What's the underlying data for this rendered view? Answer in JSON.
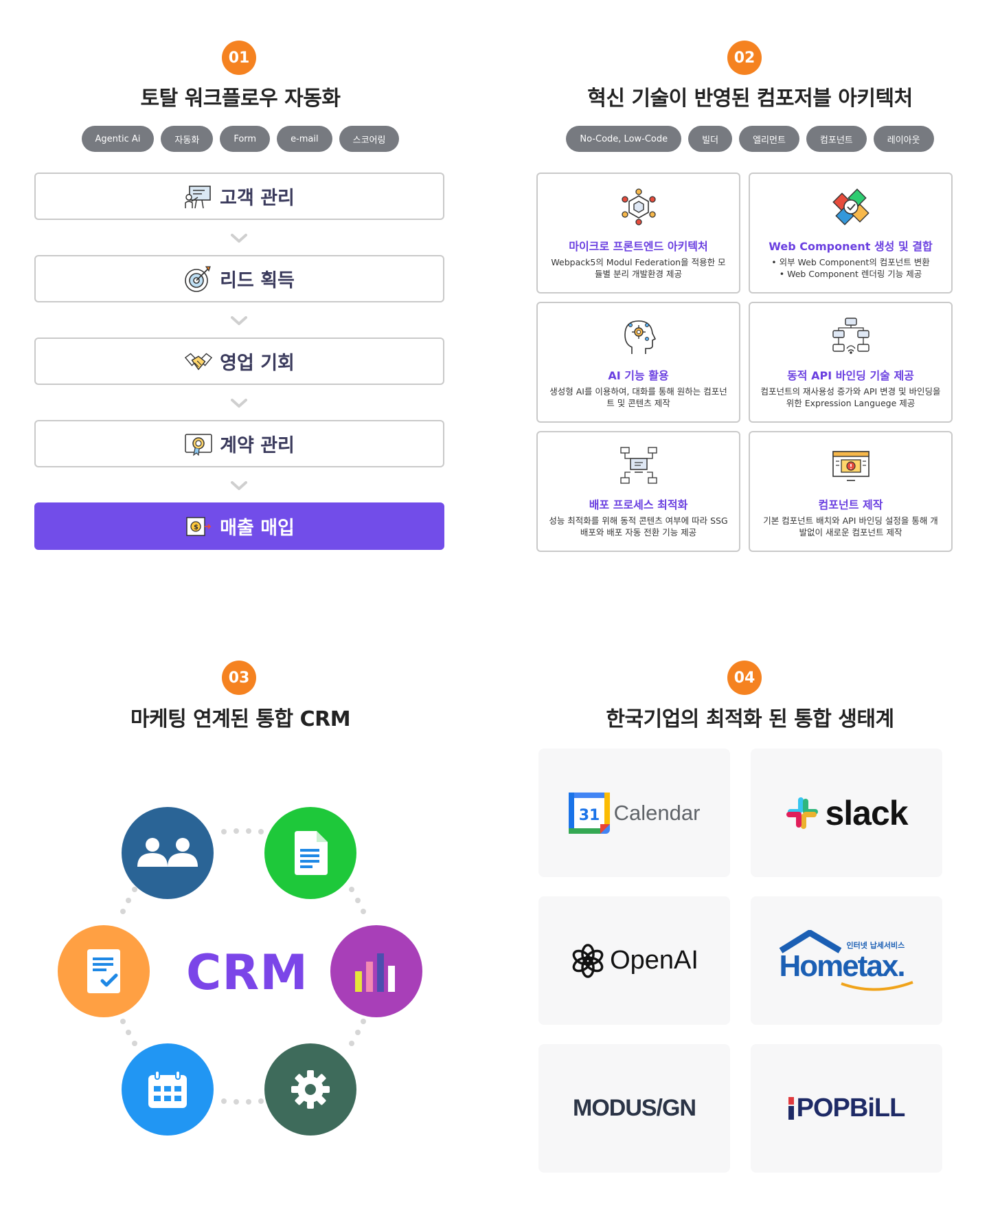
{
  "section1": {
    "number": "01",
    "title": "토탈 워크플로우 자동화",
    "tags": [
      "Agentic Ai",
      "자동화",
      "Form",
      "e-mail",
      "스코어링"
    ],
    "steps": [
      {
        "label": "고객 관리",
        "icon": "presentation-icon"
      },
      {
        "label": "리드 획득",
        "icon": "target-icon"
      },
      {
        "label": "영업 기회",
        "icon": "handshake-icon"
      },
      {
        "label": "계약 관리",
        "icon": "certificate-icon"
      },
      {
        "label": "매출 매입",
        "icon": "invoice-icon"
      }
    ]
  },
  "section2": {
    "number": "02",
    "title": "혁신 기술이 반영된 컴포저블 아키텍처",
    "tags": [
      "No-Code, Low-Code",
      "빌더",
      "엘리먼트",
      "컴포넌트",
      "레이아웃"
    ],
    "cards": [
      {
        "title": "마이크로 프론트엔드 아키텍처",
        "desc": "Webpack5의 Modul Federation을 적용한 모듈별 분리 개발환경 제공",
        "icon": "network-icon"
      },
      {
        "title": "Web Component 생성 및 결합",
        "bullets": [
          "외부 Web Component의 컴포넌트 변환",
          "Web Component 렌더링 기능 제공"
        ],
        "icon": "puzzle-icon"
      },
      {
        "title": "AI 기능 활용",
        "desc": "생성형 AI를 이용하여, 대화를 통해 원하는 컴포넌트 및 콘텐츠 제작",
        "icon": "ai-head-icon"
      },
      {
        "title": "동적 API 바인딩 기술 제공",
        "desc": "컴포넌트의 재사용성 증가와 API 변경 및 바인딩을 위한 Expression Languege 제공",
        "icon": "api-network-icon"
      },
      {
        "title": "배포 프로세스 최적화",
        "desc": "성능 최적화를 위해 동적 콘텐츠 여부에 따라 SSG 배포와 배포 자동 전환 기능 제공",
        "icon": "deploy-icon"
      },
      {
        "title": "컴포넌트 제작",
        "desc": "기본 컴포넌트 배치와 API 바인딩 설정을 통해 개발없이 새로운 컴포넌트 제작",
        "icon": "browser-warning-icon"
      }
    ]
  },
  "section3": {
    "number": "03",
    "title": "마케팅 연계된 통합 CRM",
    "center": "CRM",
    "colors": {
      "users": "#2a6496",
      "document": "#1ec83a",
      "chart": "#a83fb8",
      "settings": "#3e6b5b",
      "calendar": "#2196f3",
      "checklist": "#ffa043"
    }
  },
  "section4": {
    "number": "04",
    "title": "한국기업의 최적화 된 통합 생태계",
    "logos": {
      "calendar": {
        "num": "31",
        "text": "Calendar"
      },
      "slack": {
        "text": "slack"
      },
      "openai": {
        "text": "OpenAI"
      },
      "hometax": {
        "small": "인터넷 납세서비스",
        "text": "Hometax."
      },
      "modusign": {
        "text": "MODUS/GN"
      },
      "popbill": {
        "text": "POPBiLL"
      }
    }
  }
}
